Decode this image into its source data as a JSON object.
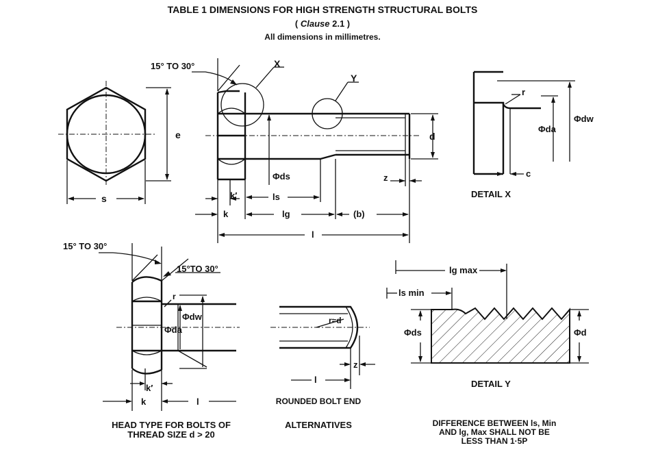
{
  "header": {
    "title": "TABLE 1  DIMENSIONS FOR HIGH STRENGTH STRUCTURAL BOLTS",
    "clause_open": "( ",
    "clause_word": "Clause",
    "clause_num": " 2.1 )",
    "units_note": "All dimensions in millimetres."
  },
  "fig1": {
    "angle": "15° TO 30°",
    "x": "X",
    "y": "Y",
    "e": "e",
    "s": "s",
    "d": "d",
    "dds": "Φds",
    "k1": "k′",
    "k": "k",
    "ls": "ls",
    "lg": "lg",
    "b": "(b)",
    "l": "l",
    "z": "z"
  },
  "detail_x": {
    "r": "r",
    "dw": "Φdw",
    "da": "Φda",
    "c": "c",
    "caption": "DETAIL X"
  },
  "fig_head": {
    "angle1": "15° TO 30°",
    "angle2": "15°TO 30°",
    "r": "r",
    "dw": "Φdw",
    "da": "Φda",
    "k1": "k′",
    "k": "k",
    "l": "l",
    "caption_line1": "HEAD TYPE FOR BOLTS OF",
    "caption_line2": "THREAD SIZE d > 20"
  },
  "fig_end": {
    "rd": "r≈d",
    "z": "z",
    "l": "l",
    "label": "ROUNDED BOLT END",
    "caption": "ALTERNATIVES"
  },
  "detail_y": {
    "lg_max": "lg max",
    "ls_min": "ls min",
    "dds": "Φds",
    "dd": "Φd",
    "caption": "DETAIL Y",
    "note_line1": "DIFFERENCE BETWEEN ls, Min",
    "note_line2": "AND lg, Max SHALL NOT BE",
    "note_line3": "LESS THAN 1·5P"
  }
}
